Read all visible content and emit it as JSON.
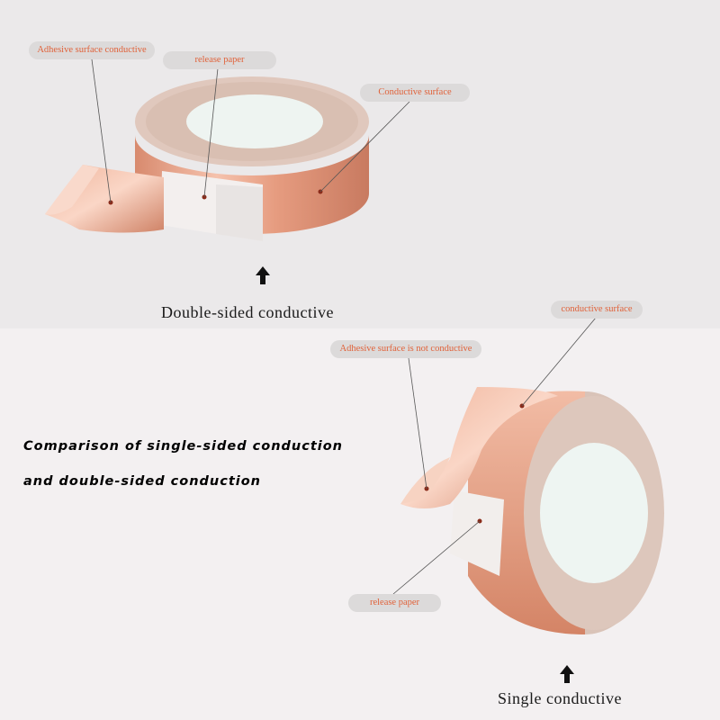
{
  "top_section": {
    "callouts": {
      "adhesive": "Adhesive surface conductive",
      "release": "release paper",
      "conductive": "Conductive surface"
    },
    "caption": "Double-sided conductive"
  },
  "headline": {
    "line1": "Comparison of single-sided conduction",
    "line2": "and double-sided conduction"
  },
  "bottom_section": {
    "callouts": {
      "conductive": "conductive surface",
      "adhesive": "Adhesive surface is not conductive",
      "release": "release paper"
    },
    "caption": "Single conductive"
  },
  "colors": {
    "label_text": "#e0623a",
    "label_bg": "#dcdada",
    "copper": "#e8a088"
  }
}
